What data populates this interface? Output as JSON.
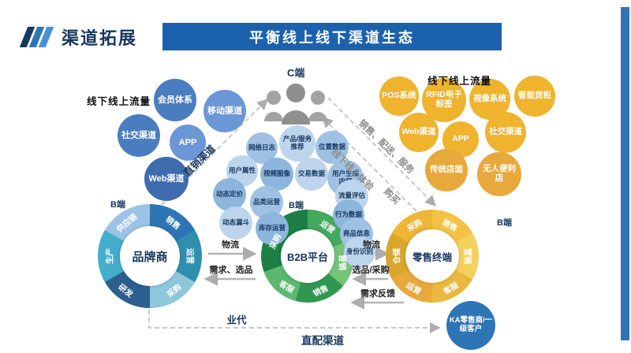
{
  "header": {
    "title": "渠道拓展",
    "banner": "平衡线上线下渠道生态"
  },
  "left_cluster": {
    "label": "线下线上流量",
    "items": [
      "会员体系",
      "移动渠道",
      "社交渠道",
      "APP",
      "Web渠道"
    ]
  },
  "c_end": {
    "label": "C端"
  },
  "right_cluster": {
    "label": "线下线上流量",
    "items": [
      "POS系统",
      "RFID电子标签",
      "视像系统",
      "智能货柜",
      "Web渠道",
      "APP",
      "社交渠道",
      "传统店面",
      "无人便利店"
    ]
  },
  "data_circles": [
    "网络日志",
    "产品/服务推荐",
    "位置数据",
    "用户属性",
    "视频图像",
    "交易数据",
    "用户生成内容",
    "动态定价",
    "品类运营",
    "流量评估",
    "行为数据",
    "动态漏斗",
    "库存运营",
    "商品信息",
    "身份识别"
  ],
  "brand_donut": {
    "tag": "B端",
    "center": "品牌商",
    "segments": [
      "供应链",
      "销售",
      "运营",
      "采购",
      "研发",
      "生产"
    ]
  },
  "b2b_donut": {
    "tag": "B端",
    "center": "B2B平台",
    "segments": [
      "采购",
      "运营",
      "营销",
      "销售",
      "客服"
    ]
  },
  "retail_donut": {
    "tag": "B端",
    "center": "零售终端",
    "segments": [
      "采购",
      "销售",
      "营销",
      "客服",
      "运营",
      "仓储"
    ]
  },
  "flows": {
    "direct_sales": "直销渠道",
    "sales_delivery": "销售、配送、服务",
    "experience": "线下线上体验",
    "purchase": "购买",
    "logistics_left": "物流",
    "demand_selection": "需求、选品",
    "logistics_right": "物流",
    "selection_purchase": "选品/采购",
    "demand_feedback": "需求反馈",
    "agent": "业代",
    "direct_distribution": "直配渠道"
  },
  "ka_customer": "KA零售商/一级客户",
  "colors": {
    "banner_blue": "#1b62ae",
    "navy": "#17375e",
    "blue_bubble": "#4a7dc0",
    "gold_bubble": "#f0b32e",
    "green_donut": "#2f9752",
    "light_blue_bubble": "#9fc2e4",
    "gray_arrow": "#c8c8c8"
  }
}
